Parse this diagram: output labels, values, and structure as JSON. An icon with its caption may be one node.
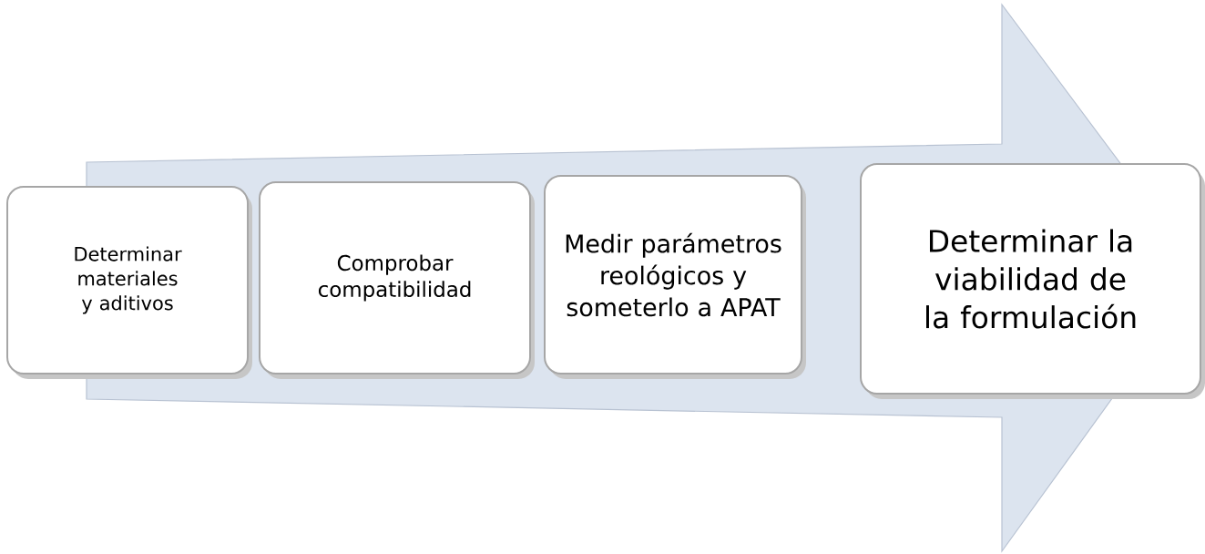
{
  "diagram": {
    "nodes": [
      {
        "text": [
          "Determinar materiales y aditivos"
        ]
      },
      {
        "text": [
          "Comprobar compatibilidad"
        ]
      },
      {
        "text": [
          "Medir parámetros reológicos y someterlo a APAT"
        ]
      },
      {
        "text": [
          "Determinar la viabilidad de la formulación"
        ]
      }
    ],
    "edges": [
      {
        "from": 0,
        "to": 3,
        "arrow": "to"
      }
    ]
  }
}
